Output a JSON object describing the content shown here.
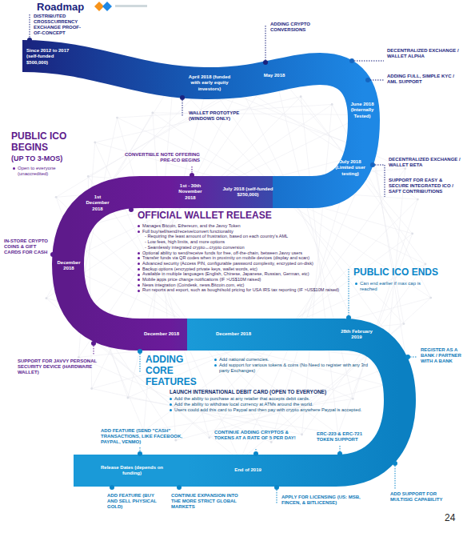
{
  "diagram": {
    "title": "Roadmap",
    "labels": [
      "DISTRIBUTED CROSSCURRENCY EXCHANGE PROOF-OF-CONCEPT",
      "Since 2012 to 2017 (self-funded $500,000)",
      "April 2018 (funded with early equity investors)",
      "WALLET PROTOTYPE (WINDOWS ONLY)",
      "ADDING CRYPTO CONVERSIONS",
      "May 2018",
      "DECENTRALIZED EXCHANGE / WALLET ALPHA",
      "ADDING FULL, SIMPLE KYC / AML SUPPORT",
      "June 2018 (Internally Tested)",
      "July 2018 (Limited user testing)",
      "DECENTRALIZED EXCHANGE / WALLET BETA",
      "SUPPORT FOR EASY & SECURE INTEGRATED ICO / SAFT CONTRIBUTIONS",
      "CONVERTIBLE NOTE OFFERING PRE-ICO BEGINS",
      "July 2018 (self-funded $250,000)",
      "1st - 30th November 2018",
      "PUBLIC ICO BEGINS",
      "(UP TO 3-MOS)",
      "Open to everyone (unaccredited)",
      "1st December 2018",
      "OFFICIAL WALLET RELEASE",
      "Manages Bitcoin, Ethereum, and the Javvy Token",
      "Full buy/sell/send/receive/convert functionality",
      "- Requiring the least amount of frustration, based on each country's AML",
      "- Low fees, high limits, and more options",
      "- Seamlessly integrated crypto↔crypto conversion",
      "Optional ability to send/receive funds for free, off-the-chain, between Javvy users",
      "Transfer funds via QR codes when in proximity on mobile devices (display and scan)",
      "Advanced security (Access PIN, configurable password complexity, encrypted on-disk)",
      "Backup options (encrypted private keys, wallet words, etc)",
      "Available in multiple languages (English, Chinese, Japanese, Russian, German, etc)",
      "Mobile apps price change notifications (IF >US$10M raised)",
      "News integration (Coindesk, news.Bitcoin.com, etc)",
      "Run reports and export, such as bought/sold pricing for USA IRS tax reporting (IF >US$10M raised)",
      "IN-STORE CRYPTO COINS & GIFT CARDS FOR CASH",
      "December 2018",
      "PUBLIC ICO ENDS",
      "Can end earlier if max cap is reached",
      "28th February 2019",
      "December 2018",
      "December 2018",
      "SUPPORT FOR JAVVY PERSONAL SECURITY DEVICE (HARDWARE WALLET)",
      "ADDING CORE FEATURES",
      "Add national currencies.",
      "Add support for various tokens & coins (No Need to register with any 3rd party Exchanges)",
      "REGISTER AS A BANK / PARTNER WITH A BANK",
      "LAUNCH INTERNATIONAL DEBIT CARD (OPEN TO EVERYONE)",
      "Add the ability to purchase at any retailer that accepts debit cards.",
      "Add the ability to withdraw local currency at ATMs around the world.",
      "Users could add this card to Paypal and then pay with crypto anywhere Paypal is accepted.",
      "ADD FEATURE (SEND \"CASH\" TRANSACTIONS, LIKE FACEBOOK, PAYPAL, VENMO)",
      "CONTINUE ADDING CRYPTOS & TOKENS AT A RATE OF 5 PER DAY!",
      "ERC-223 & ERC-721 TOKEN SUPPORT",
      "Release Dates (depends on funding)",
      "End of 2019",
      "ADD SUPPORT FOR MULTISIG CAPABILITY",
      "ADD FEATURE (BUY AND SELL PHYSICAL GOLD)",
      "CONTINUE EXPANSION INTO THE MORE STRICT GLOBAL MARKETS",
      "APPLY FOR LICENSING (US: MSB, FINCEN, & BITLICENSE)",
      "24"
    ]
  }
}
